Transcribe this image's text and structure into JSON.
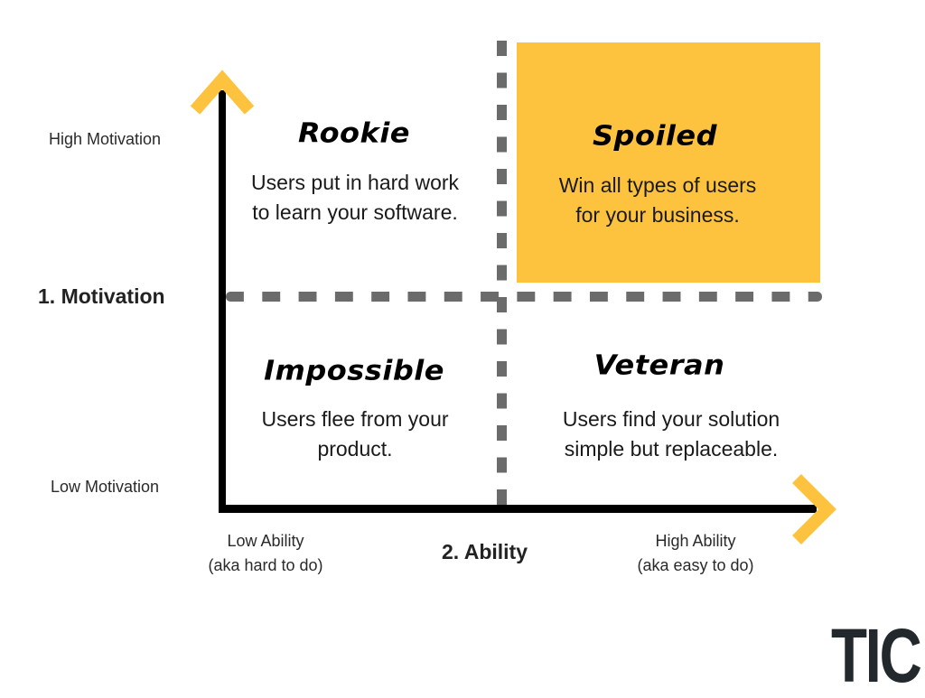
{
  "diagram": {
    "y_axis": {
      "title": "1. Motivation",
      "high_label": "High Motivation",
      "low_label": "Low Motivation"
    },
    "x_axis": {
      "title": "2. Ability",
      "low_label": "Low Ability\n(aka hard to do)",
      "high_label": "High Ability\n(aka easy to do)"
    },
    "quadrants": {
      "top_left": {
        "title": "Rookie",
        "description": "Users put in hard work\nto learn your software."
      },
      "top_right": {
        "title": "Spoiled",
        "description": "Win all types of users\nfor your business.",
        "highlight_color": "#fdc33f"
      },
      "bottom_left": {
        "title": "Impossible",
        "description": "Users flee from your\nproduct."
      },
      "bottom_right": {
        "title": "Veteran",
        "description": "Users find your solution\nsimple but replaceable."
      }
    },
    "colors": {
      "accent": "#fdc33f",
      "axis": "#000000",
      "divider": "#6b6b6b",
      "logo": "#23282c"
    }
  },
  "logo": {
    "text": "TIC"
  }
}
